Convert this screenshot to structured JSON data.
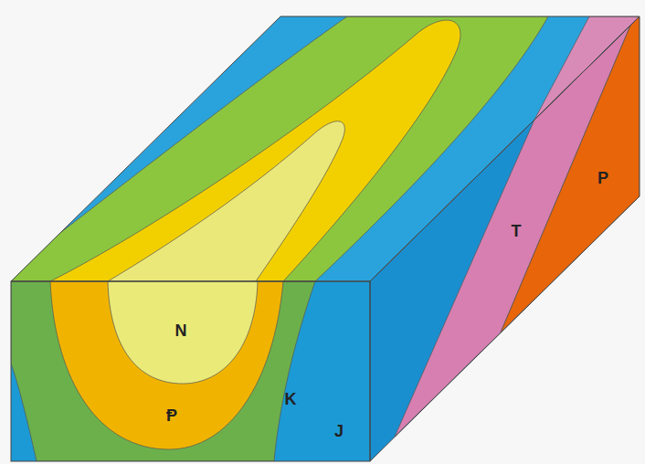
{
  "diagram": {
    "labels": [
      "N",
      "Ᵽ",
      "K",
      "J",
      "T",
      "P"
    ]
  }
}
